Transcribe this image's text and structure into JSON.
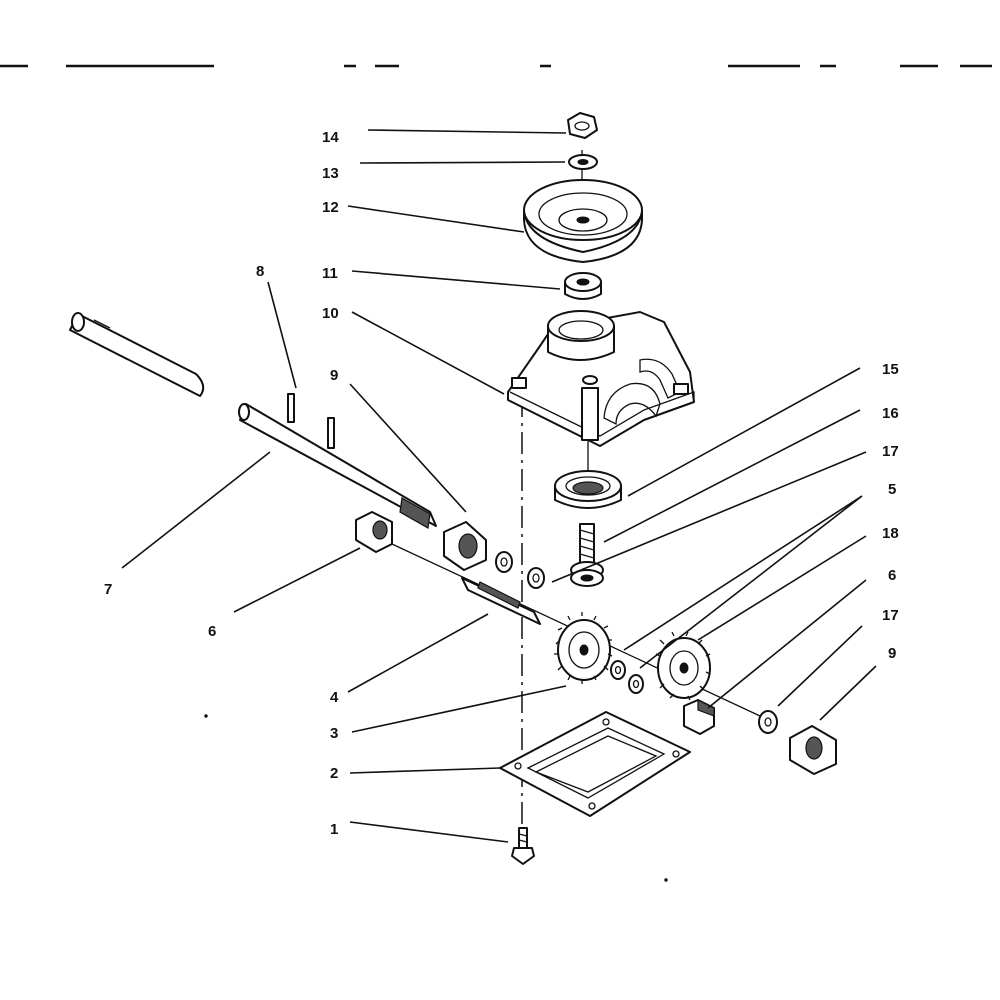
{
  "diagram": {
    "callouts": [
      {
        "id": "c1",
        "text": "1"
      },
      {
        "id": "c2",
        "text": "2"
      },
      {
        "id": "c3",
        "text": "3"
      },
      {
        "id": "c4",
        "text": "4"
      },
      {
        "id": "c5",
        "text": "5"
      },
      {
        "id": "c6a",
        "text": "6"
      },
      {
        "id": "c6b",
        "text": "6"
      },
      {
        "id": "c7",
        "text": "7"
      },
      {
        "id": "c8",
        "text": "8"
      },
      {
        "id": "c9a",
        "text": "9"
      },
      {
        "id": "c9b",
        "text": "9"
      },
      {
        "id": "c10",
        "text": "10"
      },
      {
        "id": "c11",
        "text": "11"
      },
      {
        "id": "c12",
        "text": "12"
      },
      {
        "id": "c13",
        "text": "13"
      },
      {
        "id": "c14",
        "text": "14"
      },
      {
        "id": "c15",
        "text": "15"
      },
      {
        "id": "c16",
        "text": "16"
      },
      {
        "id": "c17a",
        "text": "17"
      },
      {
        "id": "c17b",
        "text": "17"
      },
      {
        "id": "c18",
        "text": "18"
      }
    ]
  }
}
